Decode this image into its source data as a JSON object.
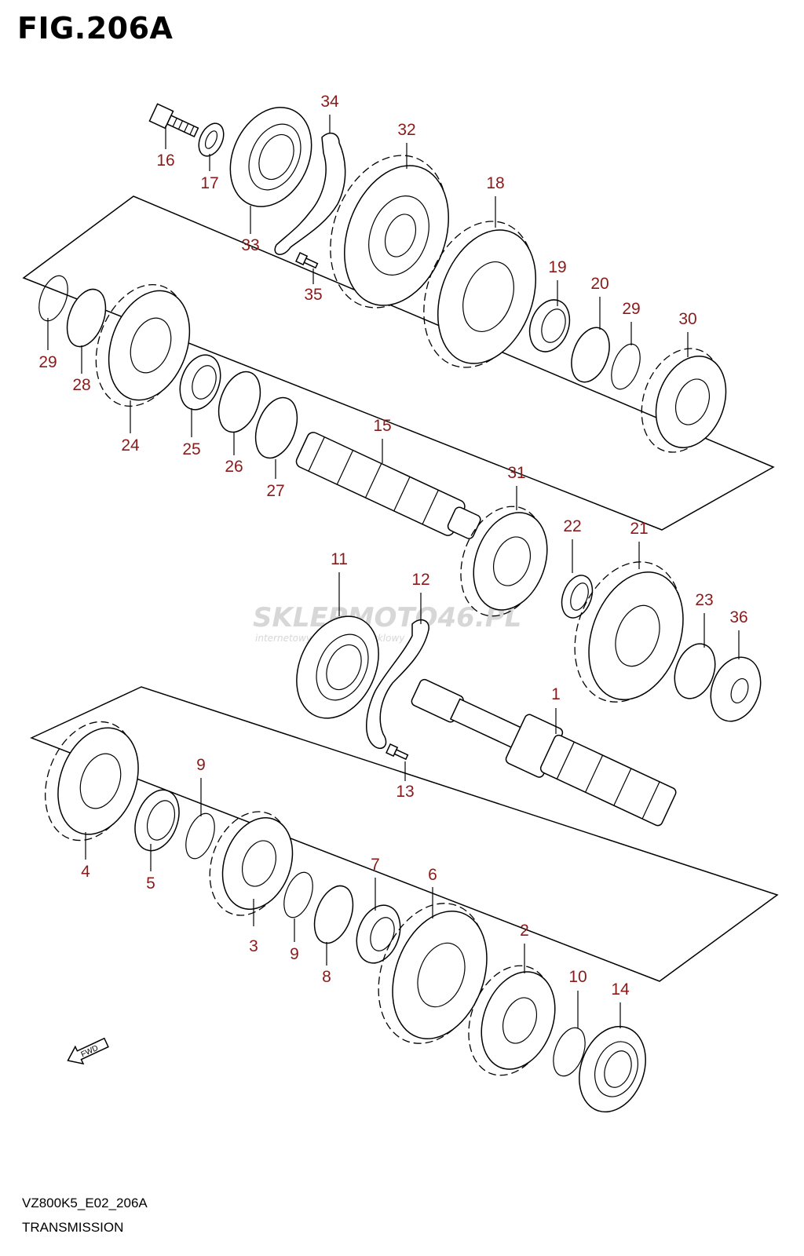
{
  "figure": {
    "title": "FIG.206A",
    "model_code": "VZ800K5_E02_206A",
    "caption": "TRANSMISSION",
    "fwd_label": "FWD"
  },
  "watermark": {
    "brand": "SKLEPMOTO46.PL",
    "tagline": "internetowy sklep motocyklowy"
  },
  "callouts": [
    {
      "label": "1"
    },
    {
      "label": "2"
    },
    {
      "label": "3"
    },
    {
      "label": "4"
    },
    {
      "label": "5"
    },
    {
      "label": "6"
    },
    {
      "label": "7"
    },
    {
      "label": "8"
    },
    {
      "label": "9"
    },
    {
      "label": "9"
    },
    {
      "label": "10"
    },
    {
      "label": "11"
    },
    {
      "label": "12"
    },
    {
      "label": "13"
    },
    {
      "label": "14"
    },
    {
      "label": "15"
    },
    {
      "label": "16"
    },
    {
      "label": "17"
    },
    {
      "label": "18"
    },
    {
      "label": "19"
    },
    {
      "label": "20"
    },
    {
      "label": "21"
    },
    {
      "label": "22"
    },
    {
      "label": "23"
    },
    {
      "label": "24"
    },
    {
      "label": "25"
    },
    {
      "label": "26"
    },
    {
      "label": "27"
    },
    {
      "label": "28"
    },
    {
      "label": "29"
    },
    {
      "label": "29"
    },
    {
      "label": "30"
    },
    {
      "label": "31"
    },
    {
      "label": "32"
    },
    {
      "label": "33"
    },
    {
      "label": "34"
    },
    {
      "label": "35"
    },
    {
      "label": "36"
    }
  ],
  "colors": {
    "callout": "#8b1a1a",
    "line": "#000000",
    "watermark": "#d7d7d7"
  }
}
